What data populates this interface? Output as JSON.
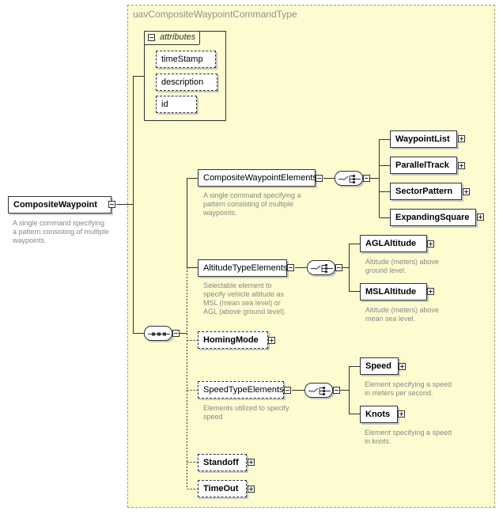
{
  "type_title": "uavCompositeWaypointCommandType",
  "root": {
    "name": "CompositeWaypoint",
    "desc": [
      "A single command specifying",
      "a pattern consisting of multiple",
      "waypoints."
    ]
  },
  "attributes": {
    "title": "attributes",
    "items": [
      "timeStamp",
      "description",
      "id"
    ]
  },
  "composite_waypoint_elements": {
    "name": "CompositeWaypointElements",
    "desc": [
      "A single command specifying a",
      "pattern consisting of multiple",
      "waypoints."
    ],
    "children": [
      "WaypointList",
      "ParallelTrack",
      "SectorPattern",
      "ExpandingSquare"
    ]
  },
  "altitude_type_elements": {
    "name": "AltitudeTypeElements",
    "desc": [
      "Selectable element to",
      "specify vehicle altitude as",
      "MSL (mean sea level) or",
      "AGL (above ground level)."
    ],
    "children": [
      {
        "name": "AGLAltitude",
        "desc": [
          "Altitude (meters) above",
          "ground level."
        ]
      },
      {
        "name": "MSLAltitude",
        "desc": [
          "Altitude (meters) above",
          "mean sea level."
        ]
      }
    ]
  },
  "homing_mode": {
    "name": "HomingMode"
  },
  "speed_type_elements": {
    "name": "SpeedTypeElements",
    "desc": [
      "Elements utilized to specify",
      "speed"
    ],
    "children": [
      {
        "name": "Speed",
        "desc": [
          "Element specifying a speed",
          "in meters per second."
        ]
      },
      {
        "name": "Knots",
        "desc": [
          "Element specifying a speed",
          "in knots."
        ]
      }
    ]
  },
  "standoff": {
    "name": "Standoff"
  },
  "timeout": {
    "name": "TimeOut"
  }
}
